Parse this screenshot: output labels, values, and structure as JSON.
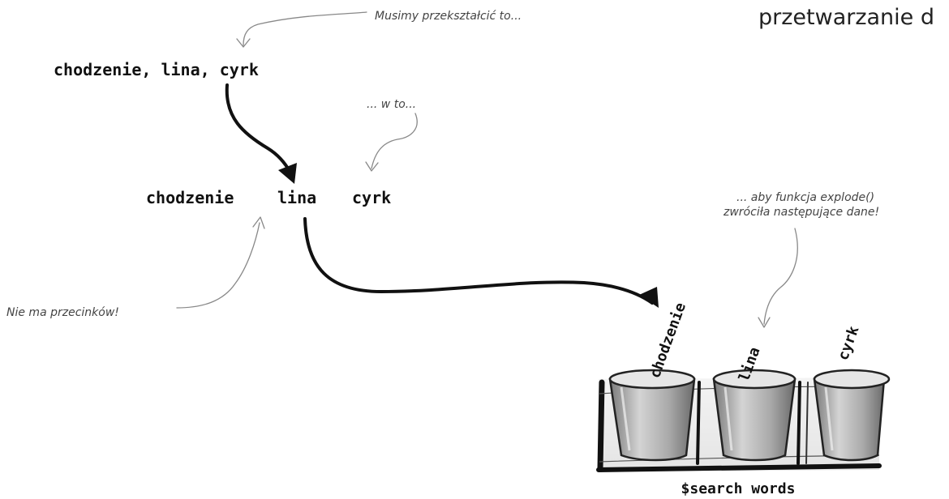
{
  "heading": "przetwarzanie d",
  "input_string": "chodzenie, lina, cyrk",
  "split_words": [
    "chodzenie",
    "lina",
    "cyrk"
  ],
  "annotations": {
    "transform": "Musimy przekształcić to...",
    "into_this": "... w to...",
    "no_commas": "Nie ma przecinków!",
    "explode_line1": "... aby funkcja explode()",
    "explode_line2": "zwróciła następujące dane!"
  },
  "array": {
    "label": "$search words",
    "items": [
      "chodzenie",
      "lina",
      "cyrk"
    ]
  }
}
